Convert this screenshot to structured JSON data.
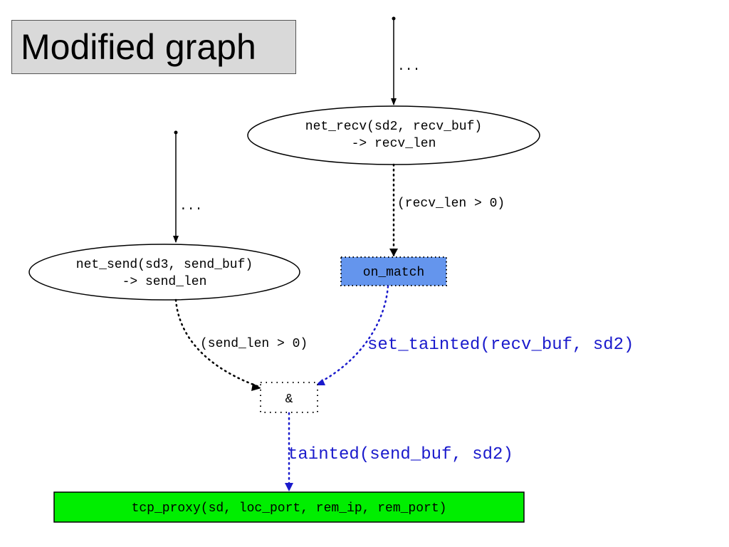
{
  "title": "Modified graph",
  "nodes": {
    "net_recv": {
      "line1": "net_recv(sd2, recv_buf)",
      "line2": "-> recv_len"
    },
    "net_send": {
      "line1": "net_send(sd3, send_buf)",
      "line2": "-> send_len"
    },
    "on_match": {
      "label": "on_match",
      "fill": "#6495ed"
    },
    "and": {
      "label": "&"
    },
    "tcp_proxy": {
      "label": "tcp_proxy(sd, loc_port, rem_ip, rem_port)",
      "fill": "#00ee00"
    }
  },
  "edges": {
    "top_recv_ellipsis": "...",
    "top_send_ellipsis": "...",
    "recv_cond": "(recv_len > 0)",
    "send_cond": "(send_len > 0)",
    "set_tainted": "set_tainted(recv_buf, sd2)",
    "tainted": "tainted(send_buf, sd2)"
  },
  "colors": {
    "blue_edge": "#1a1acc",
    "black_edge": "#000000"
  }
}
